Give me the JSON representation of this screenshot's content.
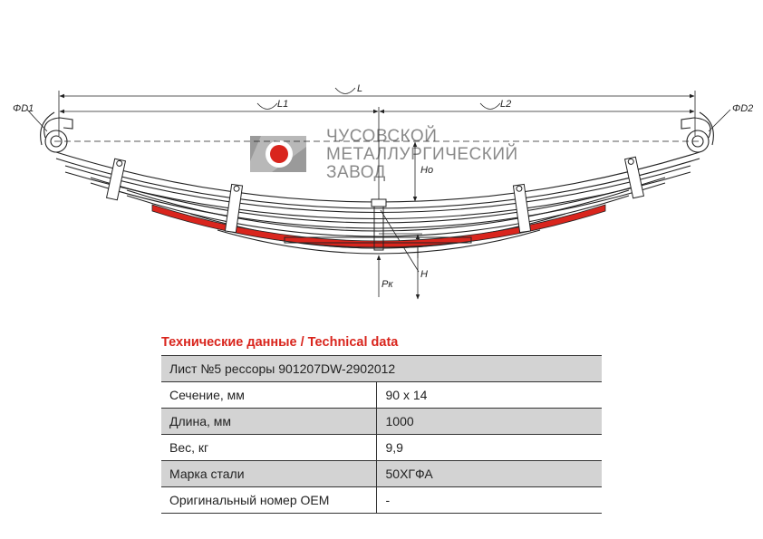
{
  "drawing": {
    "dim_total": "L",
    "dim_left": "L1",
    "dim_right": "L2",
    "dim_height_free": "Ho",
    "dim_height_loaded": "H",
    "load_label": "Pк",
    "eye_left": "ΦD1",
    "eye_right": "ΦD2",
    "accent_color": "#d9251d"
  },
  "logo": {
    "line1": "ЧУСОВСКОЙ",
    "line2": "МЕТАЛЛУРГИЧЕСКИЙ",
    "line3": "ЗАВОД"
  },
  "section_title": "Технические данные / Technical data",
  "table": {
    "header": "Лист №5 рессоры 901207DW-2902012",
    "rows": [
      {
        "label": "Сечение, мм",
        "value": "90 х 14"
      },
      {
        "label": "Длина, мм",
        "value": "1000"
      },
      {
        "label": "Вес, кг",
        "value": "9,9"
      },
      {
        "label": "Марка стали",
        "value": "50ХГФА"
      },
      {
        "label": "Оригинальный номер OEM",
        "value": "-"
      }
    ]
  }
}
